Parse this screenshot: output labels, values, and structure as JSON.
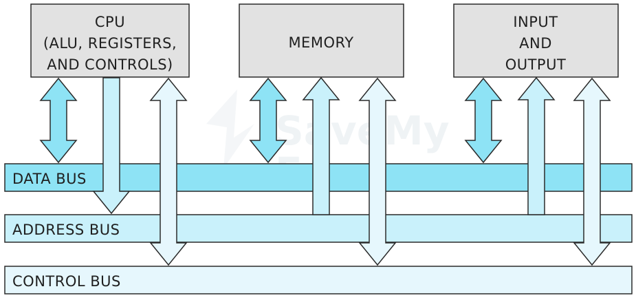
{
  "components": {
    "cpu": {
      "lines": [
        "CPU",
        "(ALU, REGISTERS,",
        "AND CONTROLS)"
      ]
    },
    "memory": {
      "lines": [
        "MEMORY"
      ]
    },
    "io": {
      "lines": [
        "INPUT",
        "AND",
        "OUTPUT"
      ]
    }
  },
  "buses": {
    "data": {
      "label": "DATA BUS",
      "color": "#8ee3f5"
    },
    "address": {
      "label": "ADDRESS BUS",
      "color": "#c9f1fb"
    },
    "control": {
      "label": "CONTROL BUS",
      "color": "#e6f7fd"
    }
  },
  "watermark": {
    "line1": "SaveMy",
    "line2": "Exams"
  },
  "colors": {
    "box_fill": "#e2e2e2",
    "outline": "#2a2a2a",
    "text": "#1f1f1f"
  }
}
